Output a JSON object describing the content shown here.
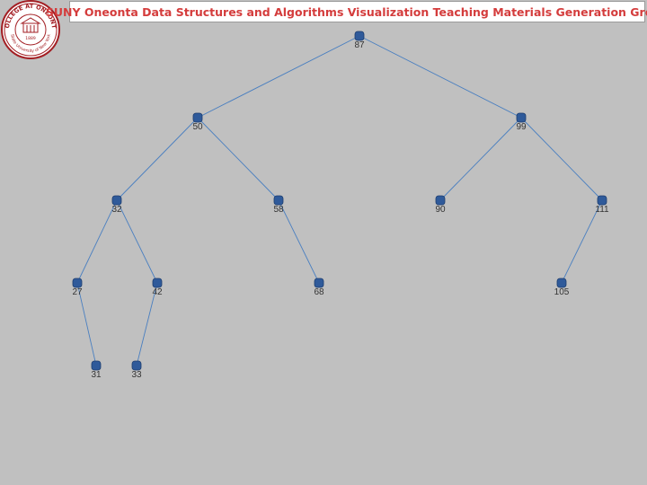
{
  "header": {
    "title": "SUNY Oneonta Data Structures and Algorithms Visualization Teaching Materials Generation Group"
  },
  "logo": {
    "text_top": "COLLEGE AT ONEONTA",
    "text_bottom": "State University of New York",
    "year": "1889",
    "color": "#a31f24"
  },
  "tree": {
    "edge_color": "#4a7fc0",
    "node_color": "#2f5a9a",
    "nodes": [
      {
        "id": "n87",
        "label": "87"
      },
      {
        "id": "n50",
        "label": "50"
      },
      {
        "id": "n99",
        "label": "99"
      },
      {
        "id": "n32",
        "label": "32"
      },
      {
        "id": "n58",
        "label": "58"
      },
      {
        "id": "n90",
        "label": "90"
      },
      {
        "id": "n111",
        "label": "111"
      },
      {
        "id": "n27",
        "label": "27"
      },
      {
        "id": "n42",
        "label": "42"
      },
      {
        "id": "n68",
        "label": "68"
      },
      {
        "id": "n105",
        "label": "105"
      },
      {
        "id": "n31",
        "label": "31"
      },
      {
        "id": "n33",
        "label": "33"
      }
    ],
    "edges": [
      [
        "n87",
        "n50"
      ],
      [
        "n87",
        "n99"
      ],
      [
        "n50",
        "n32"
      ],
      [
        "n50",
        "n58"
      ],
      [
        "n99",
        "n90"
      ],
      [
        "n99",
        "n111"
      ],
      [
        "n32",
        "n27"
      ],
      [
        "n32",
        "n42"
      ],
      [
        "n58",
        "n68"
      ],
      [
        "n111",
        "n105"
      ],
      [
        "n27",
        "n31"
      ],
      [
        "n42",
        "n33"
      ]
    ]
  }
}
